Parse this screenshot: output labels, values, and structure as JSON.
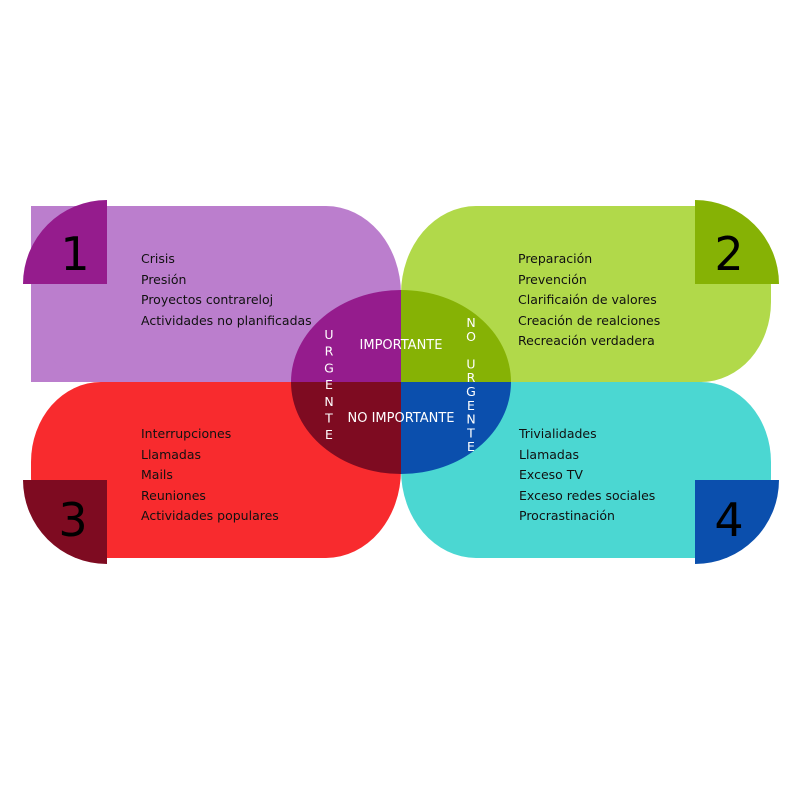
{
  "colors": {
    "q1": "#bb7ecd",
    "q2": "#b1d94a",
    "q3": "#f82b2e",
    "q4": "#4bd7d2",
    "q1_corner": "#951c8d",
    "q2_corner": "#86b205",
    "q3_corner": "#7e0b21",
    "q4_corner": "#0b4fad",
    "center_q1": "#951c8d",
    "center_q2": "#86b205",
    "center_q3": "#7e0b21",
    "center_q4": "#0b4fad",
    "center_text": "#ffffff",
    "item_text": "#111111",
    "number_text": "#000000"
  },
  "quadrants": [
    {
      "number": "1",
      "items": [
        "Crisis",
        "Presión",
        "Proyectos contrareloj",
        "Actividades no planificadas"
      ]
    },
    {
      "number": "2",
      "items": [
        "Preparación",
        "Prevención",
        "Clarificaión de valores",
        "Creación de realciones",
        "Recreación verdadera"
      ]
    },
    {
      "number": "3",
      "items": [
        "Interrupciones",
        "Llamadas",
        "Mails",
        "Reuniones",
        "Actividades populares"
      ]
    },
    {
      "number": "4",
      "items": [
        "Trivialidades",
        "Llamadas",
        "Exceso TV",
        "Exceso redes sociales",
        "Procrastinación"
      ]
    }
  ],
  "center": {
    "top_label": "IMPORTANTE",
    "bottom_label": "NO IMPORTANTE",
    "left_label": "URGENTE",
    "right_label": "NO URGENTE"
  }
}
